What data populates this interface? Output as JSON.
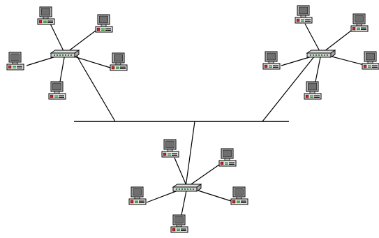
{
  "diagram": {
    "type": "tree-topology",
    "background_color": "#ffffff",
    "line_color": "#000000",
    "device_colors": {
      "monitor_body": "#bdbdbd",
      "screen": "#6f6f6f",
      "hub_body": "#cfcfcf",
      "port_led": "#2e8b2e",
      "status_led": "#cc2222"
    },
    "icons": {
      "computer": "computer-icon",
      "hub": "hub-icon"
    },
    "groups": [
      {
        "id": "group-top-left",
        "hub": "hub-icon",
        "computers": 5
      },
      {
        "id": "group-top-right",
        "hub": "hub-icon",
        "computers": 5
      },
      {
        "id": "group-bottom",
        "hub": "hub-icon",
        "computers": 5
      }
    ],
    "backbone": "bus-line"
  }
}
